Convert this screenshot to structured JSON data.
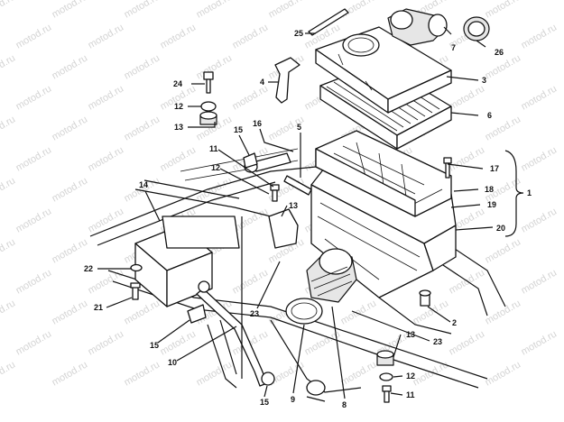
{
  "watermark": "motod.ru",
  "callouts": {
    "c1": "1",
    "c2": "2",
    "c3": "3",
    "c4": "4",
    "c5": "5",
    "c6": "6",
    "c7": "7",
    "c8": "8",
    "c9": "9",
    "c10": "10",
    "c11a": "11",
    "c11b": "11",
    "c12a": "12",
    "c12b": "12",
    "c12c": "12",
    "c13a": "13",
    "c13b": "13",
    "c13c": "13",
    "c14": "14",
    "c15a": "15",
    "c15b": "15",
    "c15c": "15",
    "c16": "16",
    "c17": "17",
    "c18": "18",
    "c19": "19",
    "c20": "20",
    "c21": "21",
    "c22": "22",
    "c23a": "23",
    "c23b": "23",
    "c24": "24",
    "c25": "25",
    "c26": "26"
  }
}
